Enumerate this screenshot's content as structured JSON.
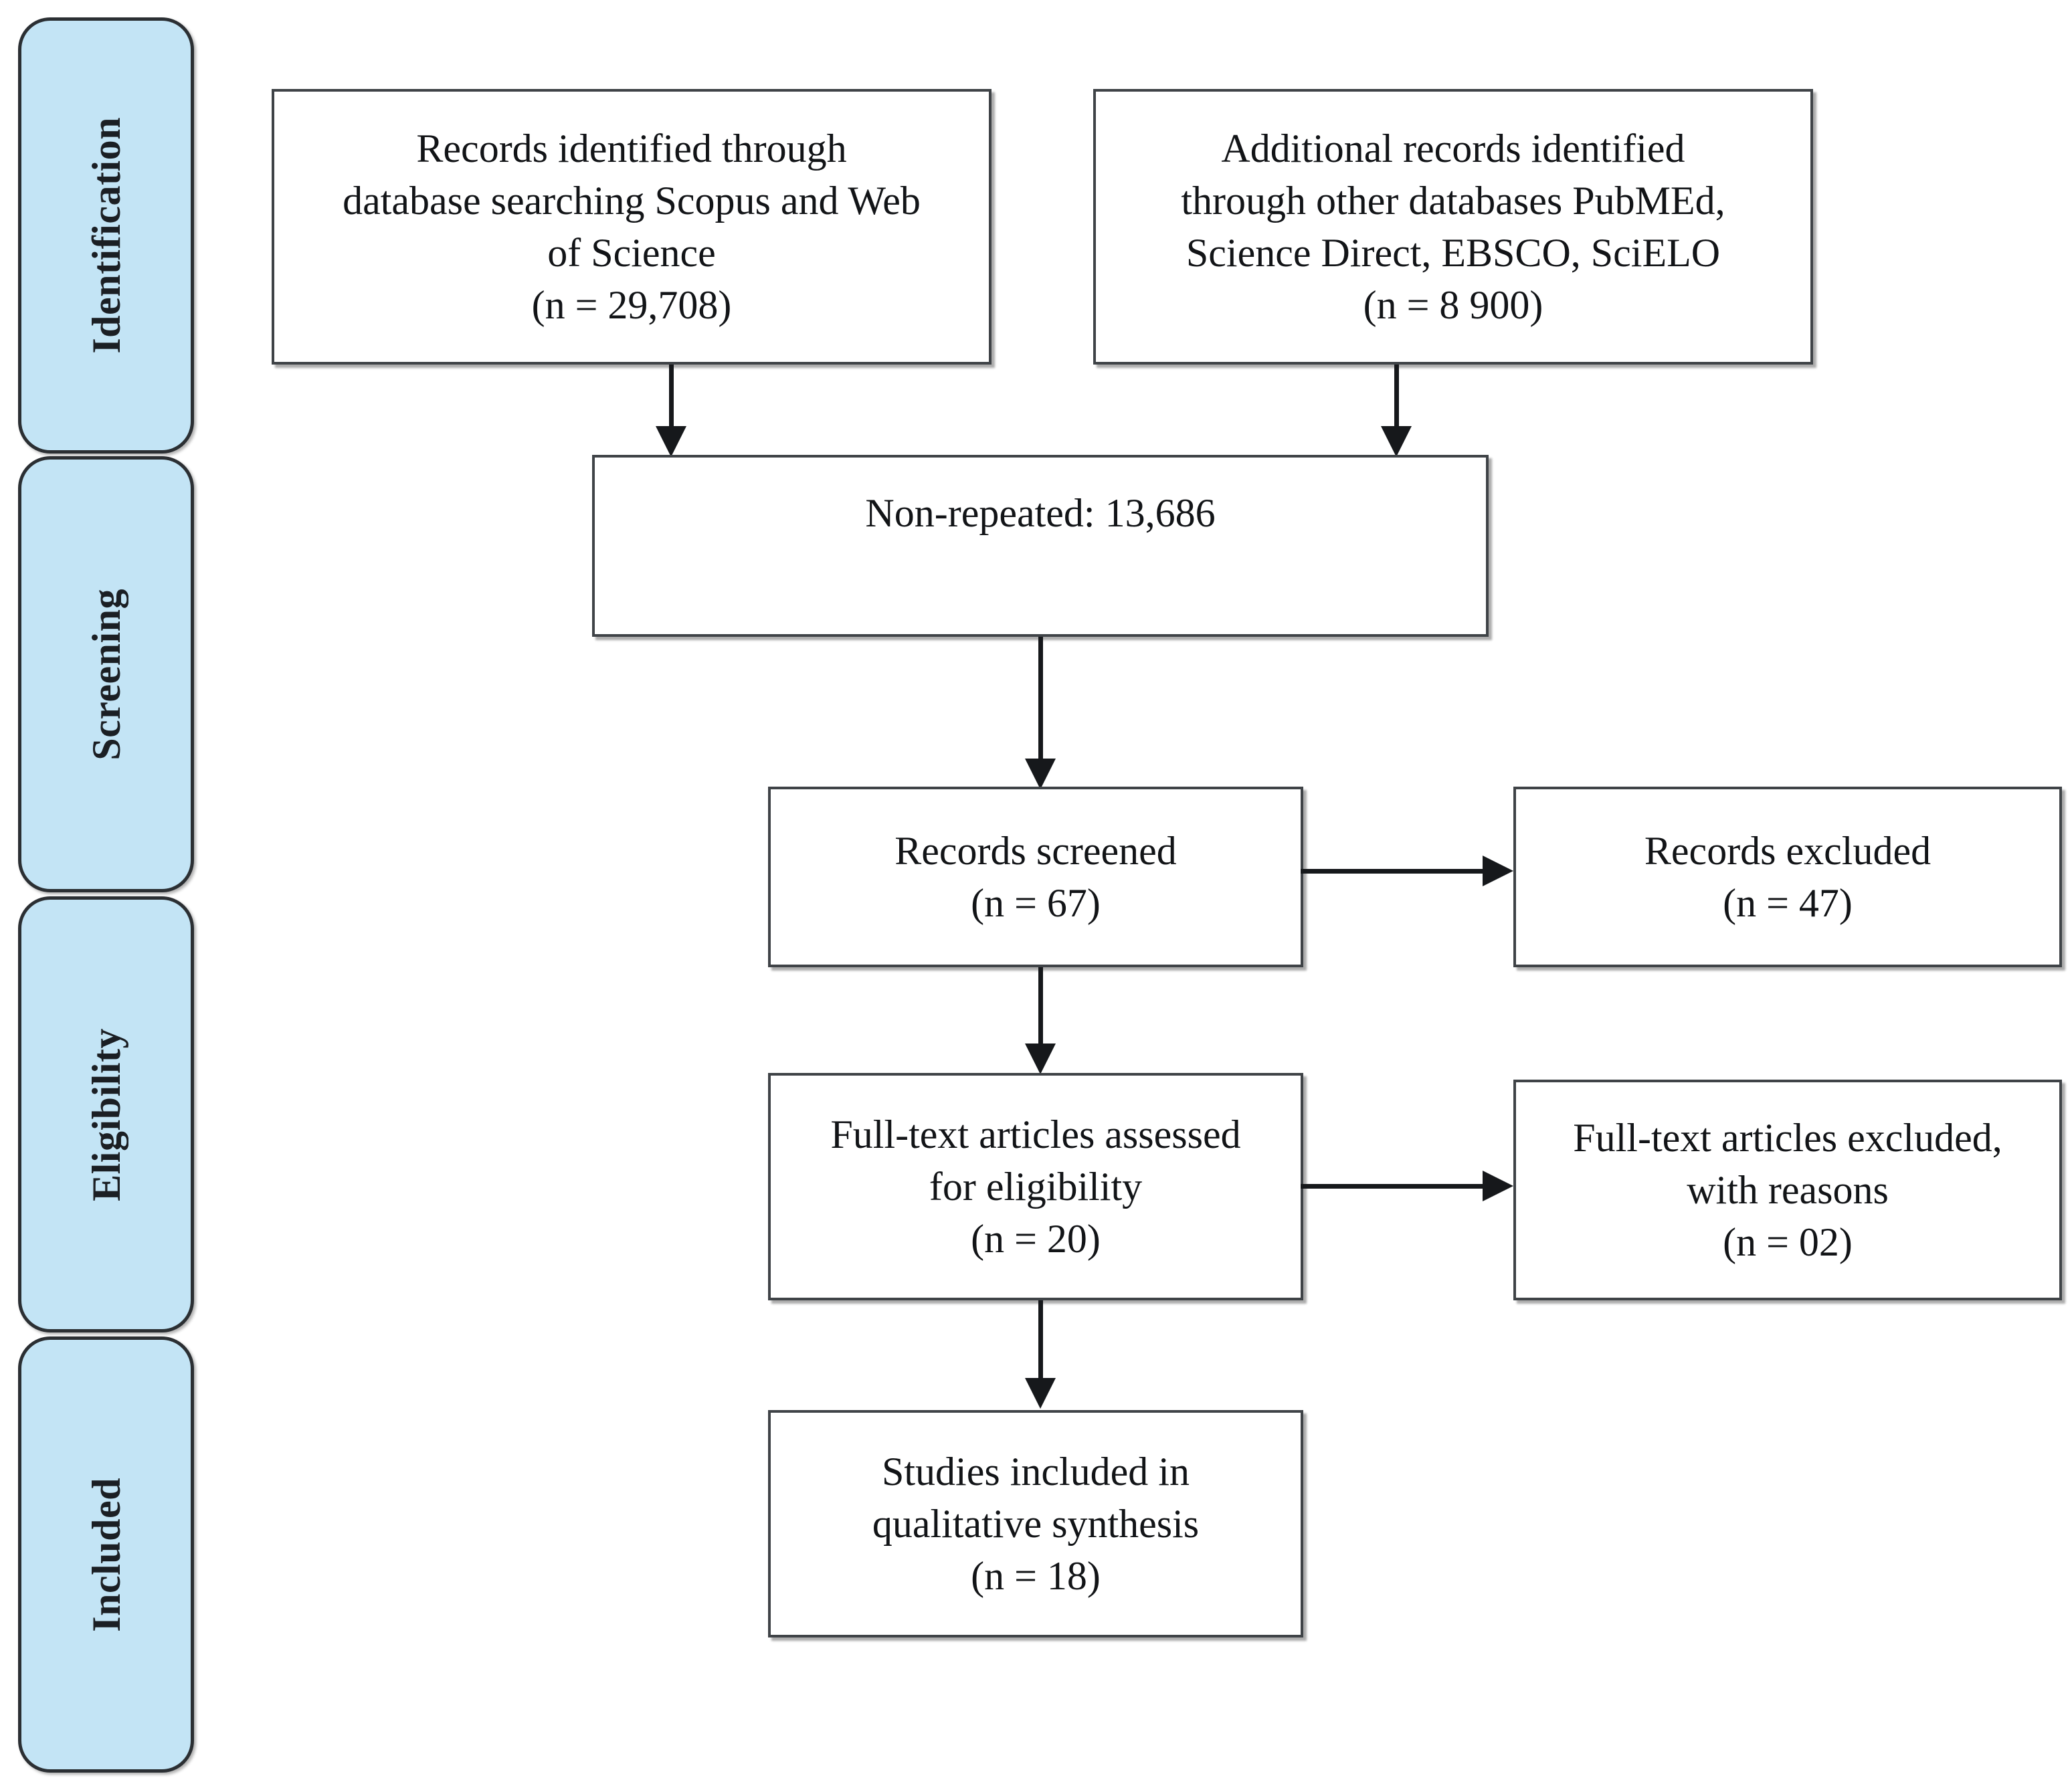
{
  "diagram": {
    "type": "prisma-flow-diagram",
    "stages": [
      {
        "id": "identification",
        "label": "Identification"
      },
      {
        "id": "screening",
        "label": "Screening"
      },
      {
        "id": "eligibility",
        "label": "Eligibility"
      },
      {
        "id": "included",
        "label": "Included"
      }
    ],
    "boxes": {
      "database_search": {
        "lines": [
          "Records identified through",
          "database searching Scopus and Web",
          "of Science",
          "(n = 29,708)"
        ],
        "count": 29708
      },
      "other_sources": {
        "lines": [
          "Additional records identified",
          "through other databases PubMEd,",
          "Science Direct, EBSCO, SciELO",
          "(n = 8 900)"
        ],
        "count": 8900
      },
      "non_repeated": {
        "lines": [
          "Non-repeated: 13,686"
        ],
        "count": 13686
      },
      "records_screened": {
        "lines": [
          "Records screened",
          "(n = 67)"
        ],
        "count": 67
      },
      "records_excluded": {
        "lines": [
          "Records excluded",
          "(n = 47)"
        ],
        "count": 47
      },
      "fulltext_assessed": {
        "lines": [
          "Full-text articles assessed",
          "for eligibility",
          "(n = 20)"
        ],
        "count": 20
      },
      "fulltext_excluded": {
        "lines": [
          "Full-text articles excluded,",
          "with reasons",
          "(n = 02)"
        ],
        "count": 2
      },
      "studies_included": {
        "lines": [
          "Studies included in",
          "qualitative synthesis",
          "(n = 18)"
        ],
        "count": 18
      }
    },
    "colors": {
      "stage_fill": "#c3e4f5",
      "stage_border": "#2b2f33",
      "box_fill": "#ffffff",
      "box_border": "#3f4347",
      "connector": "#16181b",
      "text": "#121417",
      "background": "#ffffff"
    }
  }
}
